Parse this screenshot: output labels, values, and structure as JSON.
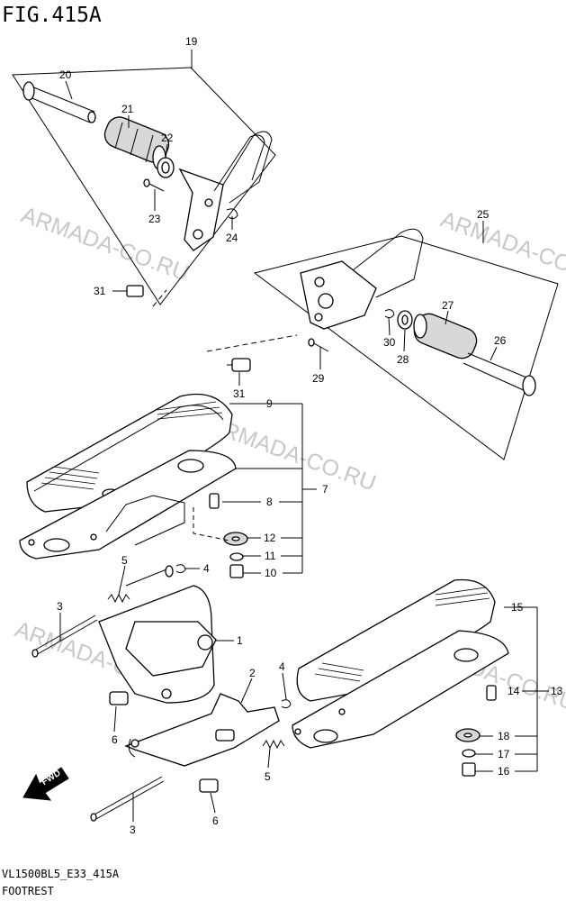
{
  "figure": {
    "title": "FIG.415A",
    "code": "VL1500BL5_E33_415A",
    "name": "FOOTREST"
  },
  "watermark": "ARMADA-CO.RU",
  "fwd_label": "FWD",
  "callouts": {
    "c1": "1",
    "c2": "2",
    "c3a": "3",
    "c3b": "3",
    "c4a": "4",
    "c4b": "4",
    "c5a": "5",
    "c5b": "5",
    "c6a": "6",
    "c6b": "6",
    "c7": "7",
    "c8": "8",
    "c9": "9",
    "c10": "10",
    "c11": "11",
    "c12": "12",
    "c13": "13",
    "c14": "14",
    "c15": "15",
    "c16": "16",
    "c17": "17",
    "c18": "18",
    "c19": "19",
    "c20": "20",
    "c21": "21",
    "c22": "22",
    "c23": "23",
    "c24": "24",
    "c25": "25",
    "c26": "26",
    "c27": "27",
    "c28": "28",
    "c29": "29",
    "c30": "30",
    "c31a": "31",
    "c31b": "31"
  }
}
